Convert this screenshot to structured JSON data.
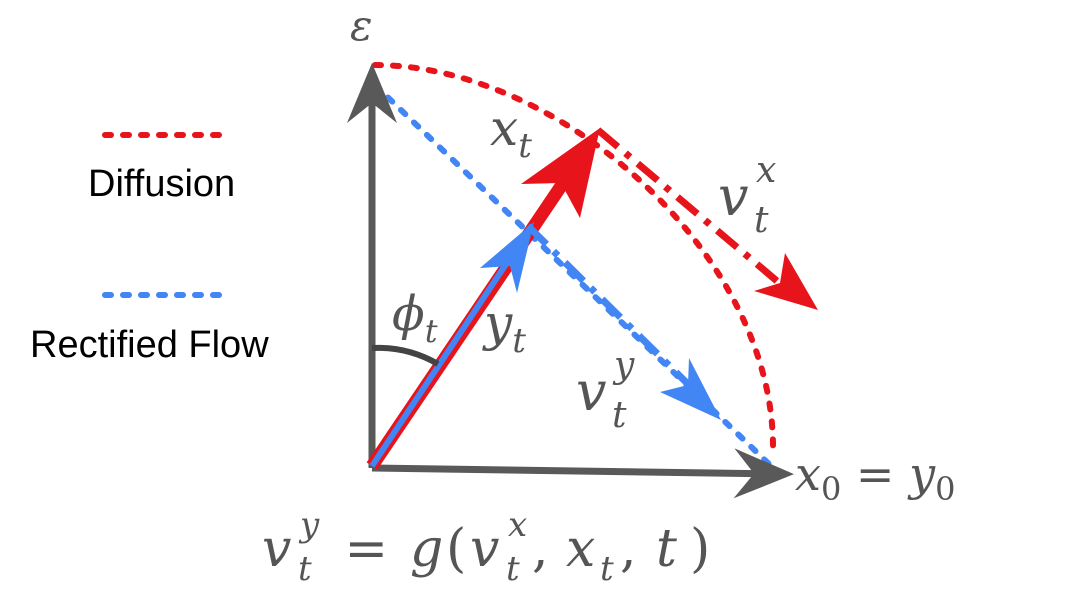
{
  "legend": {
    "diffusion": {
      "label": "Diffusion",
      "color": "#e8141c"
    },
    "rectified_flow": {
      "label": "Rectified Flow",
      "color": "#4285f4"
    }
  },
  "axis_color": "#595959",
  "labels": {
    "epsilon": "ε",
    "x_t": {
      "base": "x",
      "sub": "t"
    },
    "y_t": {
      "base": "y",
      "sub": "t"
    },
    "phi_t": {
      "base": "ϕ",
      "sub": "t"
    },
    "v_t_x": {
      "base": "v",
      "sub": "t",
      "sup": "x"
    },
    "v_t_y": {
      "base": "v",
      "sub": "t",
      "sup": "y"
    },
    "origin_eq": {
      "lhs": "x",
      "lhs_sub": "0",
      "eq": " = ",
      "rhs": "y",
      "rhs_sub": "0"
    },
    "bottom_eq": {
      "v": "v",
      "v_sup": "y",
      "v_sub": "t",
      "eq": " = ",
      "g": "g",
      "open": "(",
      "v2": "v",
      "v2_sup": "x",
      "v2_sub": "t",
      "comma1": ", ",
      "x": "x",
      "x_sub": "t",
      "comma2": ", ",
      "t": "t",
      "close": ")"
    }
  }
}
